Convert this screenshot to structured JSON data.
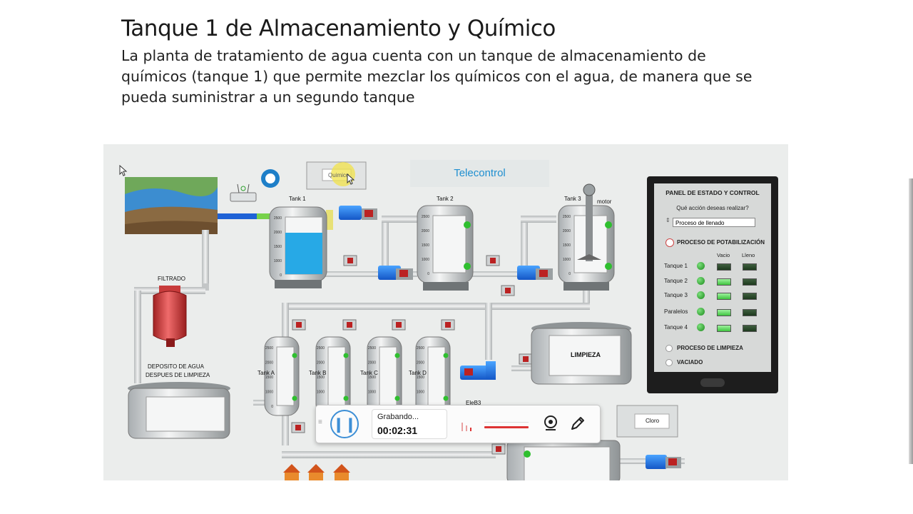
{
  "slide": {
    "title": "Tanque 1 de Almacenamiento y Químico",
    "description_lines": [
      "La planta de tratamiento de agua cuenta con un tanque de almacenamiento de",
      "químicos (tanque 1) que permite mezclar los químicos con el agua, de manera que se",
      "pueda suministrar a un segundo tanque"
    ]
  },
  "scada": {
    "telecontrol": "Telecontrol",
    "labels": {
      "tank1": "Tank  1",
      "tank2": "Tank 2",
      "tank3": "Tank 3",
      "motor": "motor",
      "filtrado": "FILTRADO",
      "deposito_l1": "DEPOSITO DE AGUA",
      "deposito_l2": "DESPUES DE LIMPIEZA",
      "limpieza": "LIMPIEZA",
      "tankA": "Tank A",
      "tankB": "Tank B",
      "tankC": "Tank C",
      "tankD": "Tank D",
      "eleb3": "EleB3",
      "cloro": "Cloro",
      "quimico": "Quimico"
    },
    "scale_ticks": [
      "2500",
      "2000",
      "1500",
      "1000",
      "0"
    ],
    "tank1_fill_level": 0.72,
    "panel": {
      "title": "PANEL DE ESTADO Y CONTROL",
      "question": "Qué acción deseas realizar?",
      "selected_action": "Proceso de llenado",
      "option_potabilizacion": "PROCESO DE POTABILIZACIÓN",
      "col_vacio": "Vacio",
      "col_lleno": "Lleno",
      "rows": [
        "Tanque 1",
        "Tanque 2",
        "Tanque 3",
        "Paralelos",
        "Tanque 4"
      ],
      "option_limpieza": "PROCESO DE LIMPIEZA",
      "option_vaciado": "VACIADO"
    }
  },
  "recorder": {
    "status": "Grabando...",
    "time": "00:02:31"
  },
  "colors": {
    "accent_blue": "#1f8fd0",
    "pipe": "#c9cccd",
    "water": "#27a9e6",
    "valve_red": "#c0392b",
    "led_green": "#2fbf2f"
  }
}
